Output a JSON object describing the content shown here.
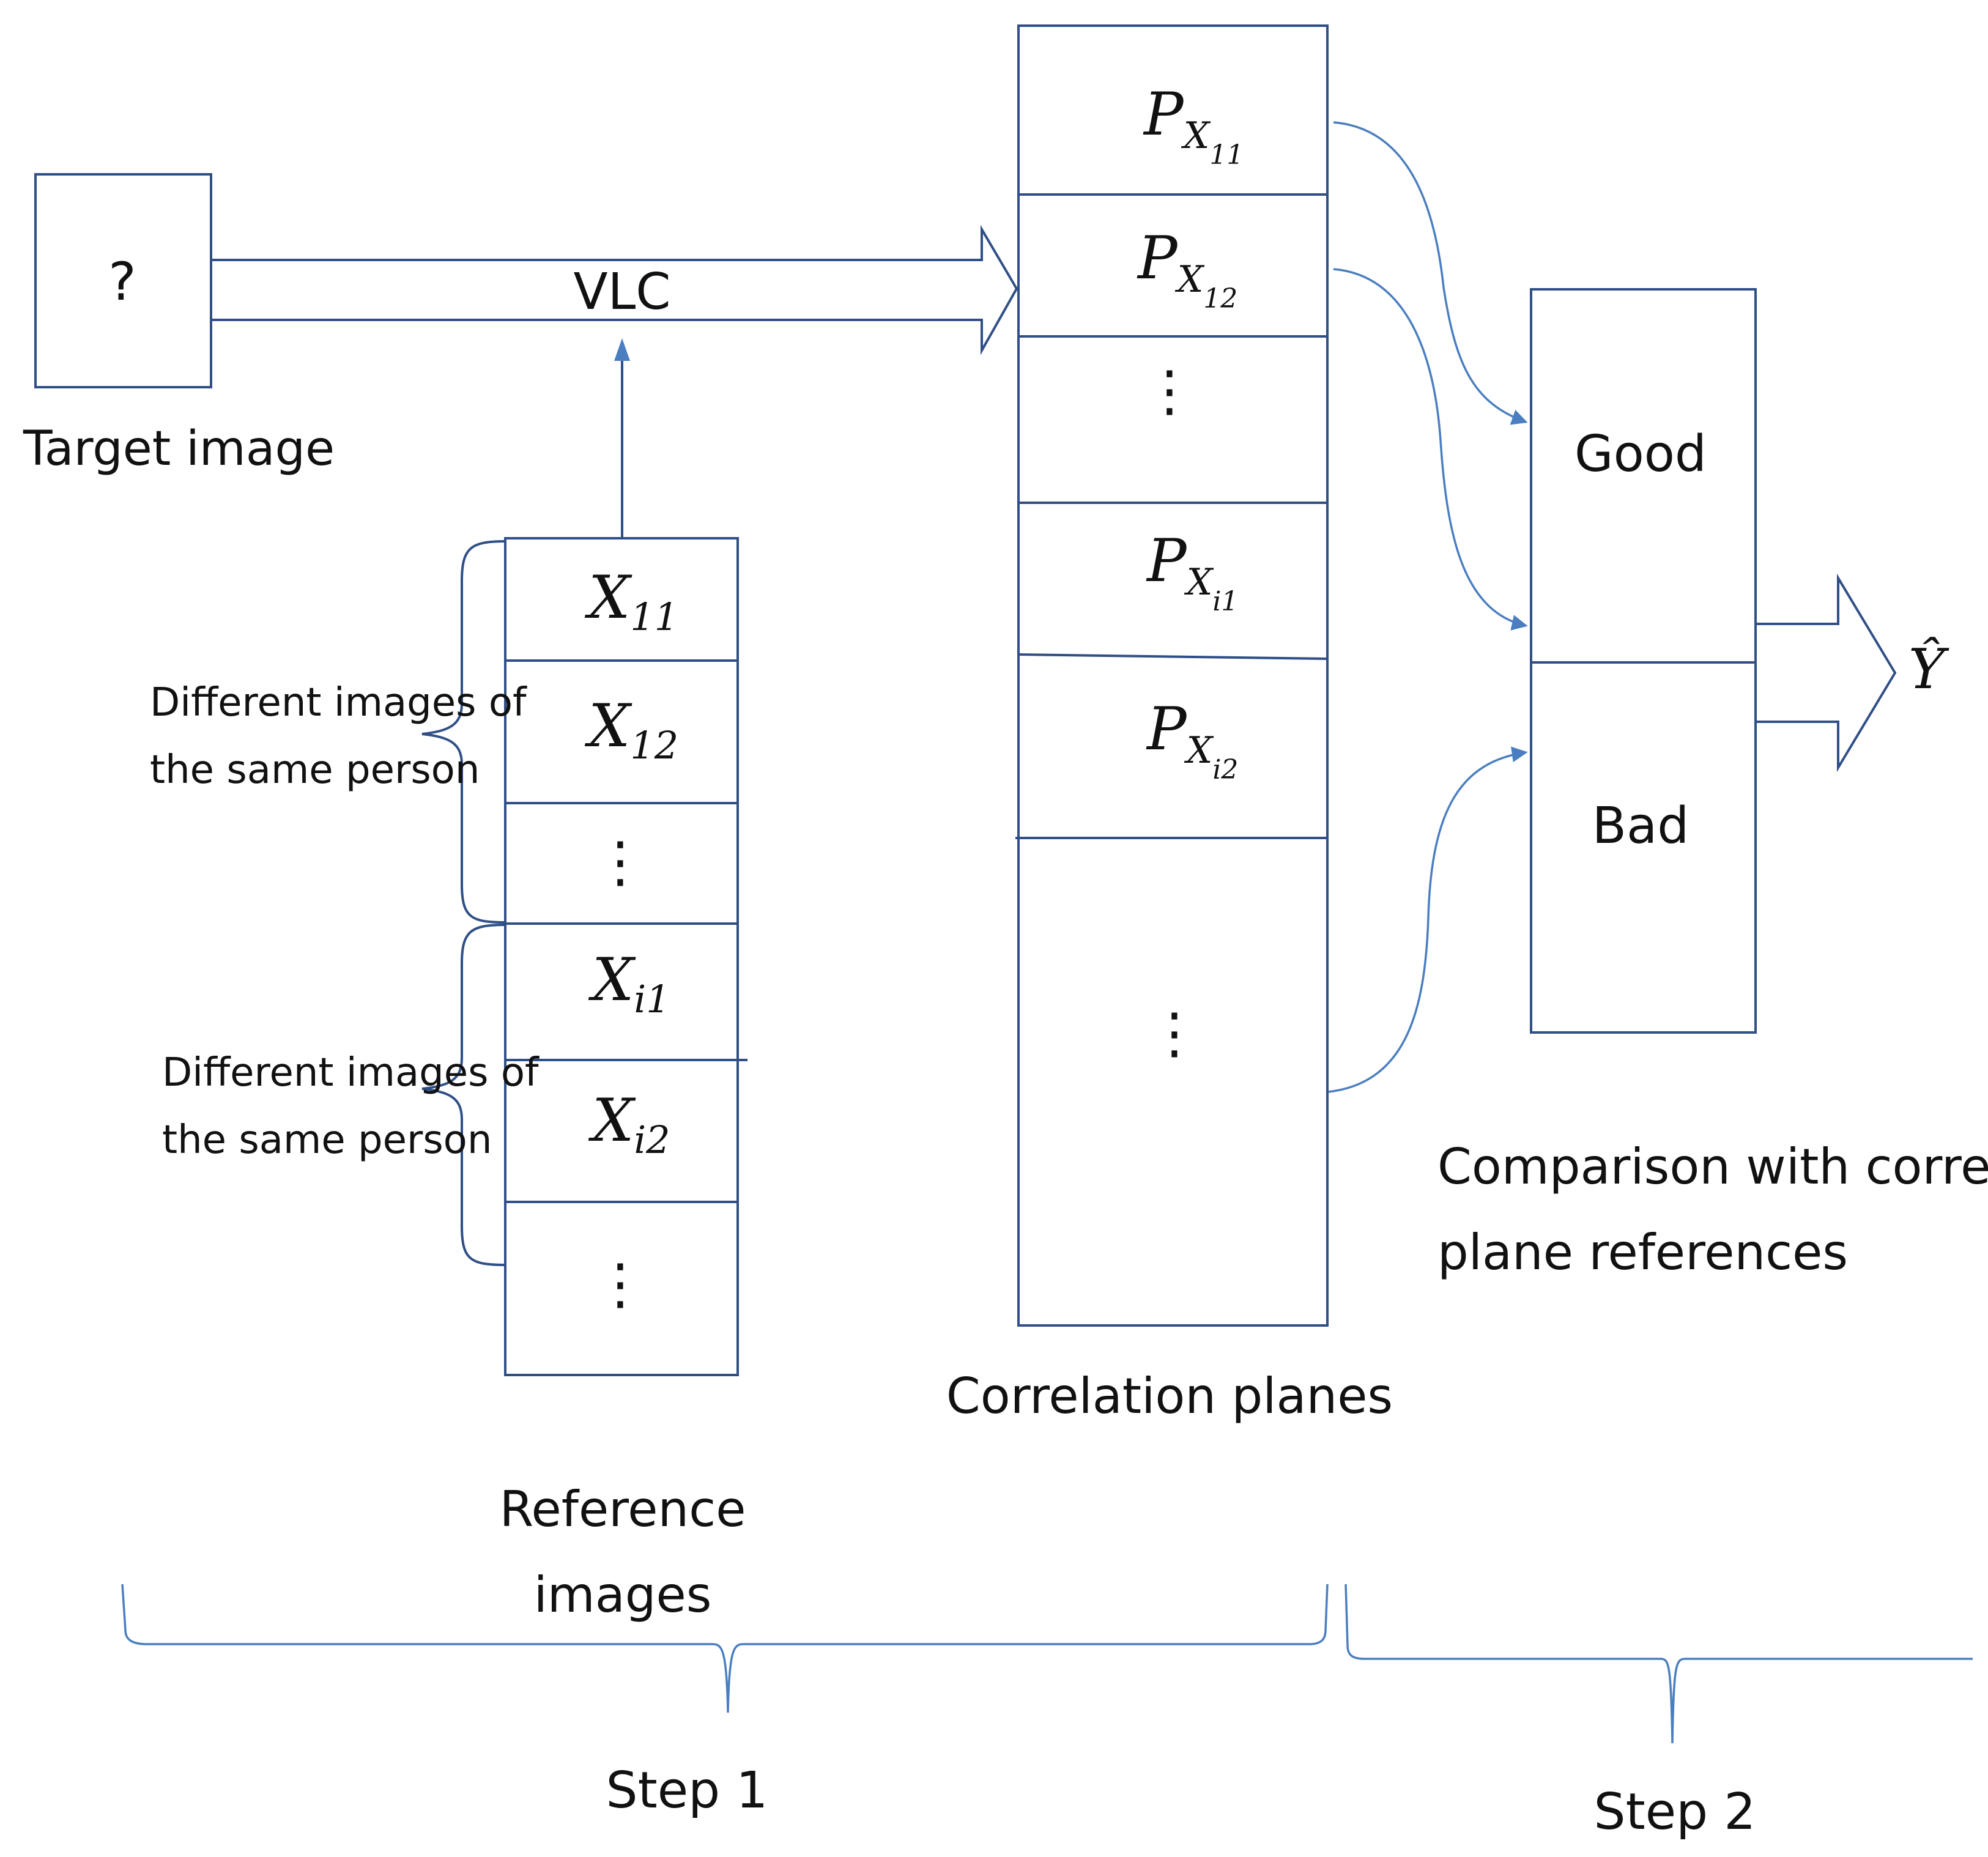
{
  "target": {
    "symbol": "?",
    "label": "Target image"
  },
  "vlc": {
    "label": "VLC"
  },
  "reference": {
    "label_line1": "Reference",
    "label_line2": "images",
    "cells": [
      {
        "base": "X",
        "sub": "11"
      },
      {
        "base": "X",
        "sub": "12"
      },
      {
        "dots": "⋮"
      },
      {
        "base": "X",
        "sub": "i1"
      },
      {
        "base": "X",
        "sub": "i2"
      },
      {
        "dots": "⋮"
      }
    ],
    "group_label_line1": "Different images of",
    "group_label_line2": "the same person"
  },
  "correlation": {
    "label": "Correlation planes",
    "cells": [
      {
        "base": "P",
        "sub1": "X",
        "sub2": "11"
      },
      {
        "base": "P",
        "sub1": "X",
        "sub2": "12"
      },
      {
        "dots": "⋮"
      },
      {
        "base": "P",
        "sub1": "X",
        "sub2": "i1"
      },
      {
        "base": "P",
        "sub1": "X",
        "sub2": "i2"
      },
      {
        "dots": "⋮"
      }
    ]
  },
  "decision": {
    "good": "Good",
    "bad": "Bad",
    "caption_line1": "Comparison with correlation",
    "caption_line2": "plane references",
    "output": "Ŷ"
  },
  "steps": {
    "step1": "Step 1",
    "step2": "Step 2"
  },
  "colors": {
    "box_stroke": "#2f4f86",
    "arrow": "#4a7ec0"
  }
}
